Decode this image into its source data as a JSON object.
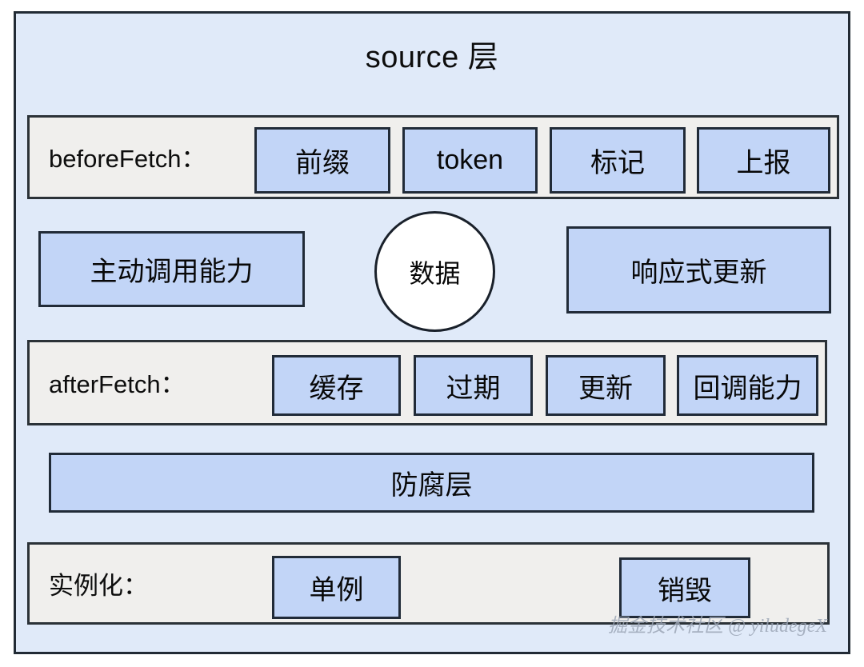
{
  "diagram": {
    "title": "source 层",
    "watermark": "掘金技术社区 @ yiludegeX",
    "colors": {
      "outer_background": "#e0eaf9",
      "panel_background": "#f0efed",
      "box_background": "#c2d5f7",
      "border": "#212b38",
      "circle_background": "#ffffff",
      "text": "#0d0d0d"
    }
  },
  "rows": {
    "before_fetch": {
      "label": "beforeFetch：",
      "items": [
        {
          "label": "前缀"
        },
        {
          "label": "token"
        },
        {
          "label": "标记"
        },
        {
          "label": "上报"
        }
      ]
    },
    "capabilities": {
      "left": {
        "label": "主动调用能力"
      },
      "center": {
        "label": "数据"
      },
      "right": {
        "label": "响应式更新"
      }
    },
    "after_fetch": {
      "label": "afterFetch：",
      "items": [
        {
          "label": "缓存"
        },
        {
          "label": "过期"
        },
        {
          "label": "更新"
        },
        {
          "label": "回调能力"
        }
      ]
    },
    "anti_corruption": {
      "label": "防腐层"
    },
    "instantiation": {
      "label": "实例化：",
      "items": [
        {
          "label": "单例"
        },
        {
          "label": "销毁"
        }
      ]
    }
  }
}
